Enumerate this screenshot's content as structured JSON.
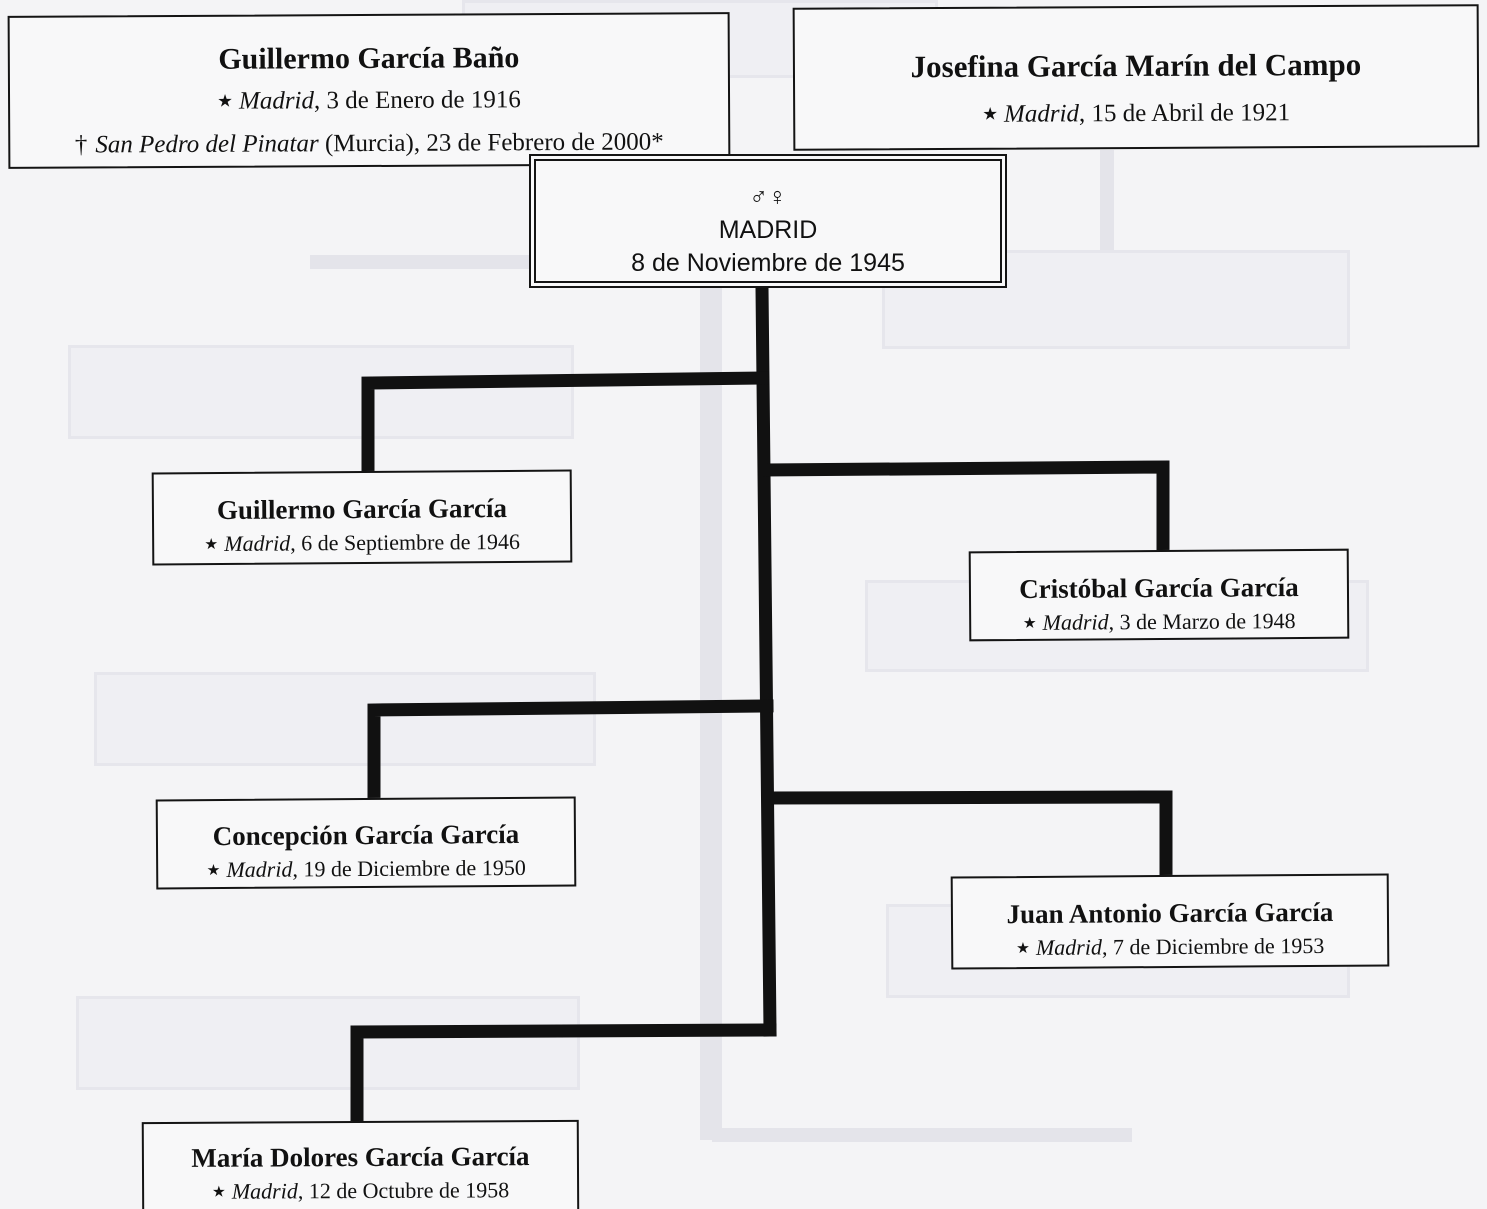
{
  "parents": [
    {
      "name": "Guillermo García Baño",
      "birth_city": "Madrid",
      "birth_rest": ", 3 de Enero de 1916",
      "death_city": "San Pedro del Pinatar",
      "death_rest": " (Murcia), 23 de Febrero de 2000*"
    },
    {
      "name": "Josefina García Marín del Campo",
      "birth_city": "Madrid",
      "birth_rest": ", 15 de Abril de 1921"
    }
  ],
  "marriage": {
    "symbol": "♂♀",
    "place": "MADRID",
    "date": "8 de Noviembre de 1945"
  },
  "children": [
    {
      "name": "Guillermo García García",
      "birth_city": "Madrid",
      "birth_rest": ", 6 de Septiembre de 1946"
    },
    {
      "name": "Cristóbal García García",
      "birth_city": "Madrid",
      "birth_rest": ", 3 de Marzo de 1948"
    },
    {
      "name": "Concepción García García",
      "birth_city": "Madrid",
      "birth_rest": ", 19 de Diciembre de 1950"
    },
    {
      "name": "Juan Antonio García García",
      "birth_city": "Madrid",
      "birth_rest": ", 7 de Diciembre de 1953"
    },
    {
      "name": "María Dolores García García",
      "birth_city": "Madrid",
      "birth_rest": ", 12 de Octubre de 1958"
    }
  ],
  "glyphs": {
    "birth": "★",
    "death": "†"
  },
  "colors": {
    "line": "#111111",
    "paper": "#f4f4f6",
    "ghost": "#e4e4ea"
  }
}
